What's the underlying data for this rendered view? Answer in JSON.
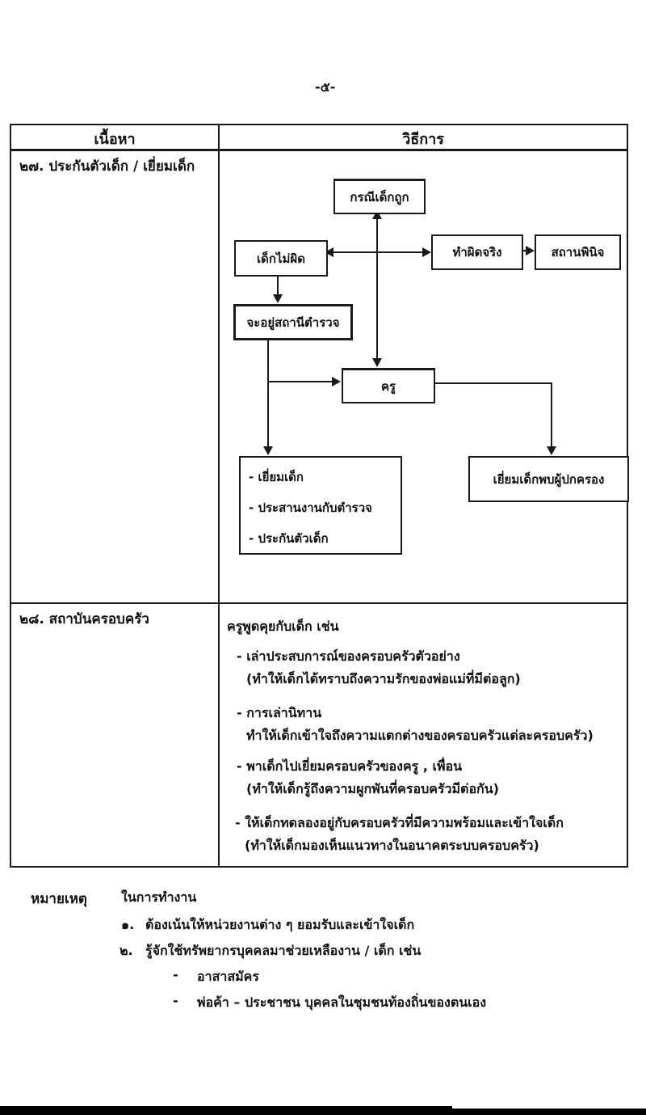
{
  "page": {
    "number": "-๕-"
  },
  "table": {
    "headers": {
      "content": "เนื้อหา",
      "method": "วิธีการ"
    },
    "rows": [
      {
        "content": "๒๗. ประกันตัวเด็ก / เยี่ยมเด็ก",
        "flowchart": {
          "case_box": "กรณีเด็กถูก",
          "not_guilty_box": "เด็กไม่ผิด",
          "guilty_box": "ทำผิดจริง",
          "detention_box": "สถานพินิจ",
          "police_station_box": "จะอยู่สถานีตำรวจ",
          "teacher_box": "ครู",
          "actions_box": [
            "- เยี่ยมเด็ก",
            "- ประสานงานกับตำรวจ",
            "- ประกันตัวเด็ก"
          ],
          "visit_guardian_box": "เยี่ยมเด็กพบผู้ปกครอง"
        }
      },
      {
        "content": "๒๘. สถาบันครอบครัว",
        "method_intro": "ครูพูดคุยกับเด็ก เช่น",
        "method_items": [
          {
            "line1": "- เล่าประสบการณ์ของครอบครัวตัวอย่าง",
            "line2": "(ทำให้เด็กได้ทราบถึงความรักของพ่อแม่ที่มีต่อลูก)"
          },
          {
            "line1": "- การเล่านิทาน",
            "line2": "ทำให้เด็กเข้าใจถึงความแตกต่างของครอบครัวแต่ละครอบครัว)"
          },
          {
            "line1": "- พาเด็กไปเยี่ยมครอบครัวของครู , เพื่อน",
            "line2": "(ทำให้เด็กรู้ถึงความผูกพันที่ครอบครัวมีต่อกัน)"
          },
          {
            "line1": "- ให้เด็กทดลองอยู่กับครอบครัวที่มีความพร้อมและเข้าใจเด็ก",
            "line2": "(ทำให้เด็กมองเห็นแนวทางในอนาคตระบบครอบครัว)"
          }
        ]
      }
    ]
  },
  "footnote": {
    "label": "หมายเหตุ",
    "title": "ในการทำงาน",
    "items": [
      {
        "num": "๑.",
        "text": "ต้องเน้นให้หน่วยงานต่าง ๆ ยอมรับและเข้าใจเด็ก"
      },
      {
        "num": "๒.",
        "text": "รู้จักใช้ทรัพยากรบุคคลมาช่วยเหลืองาน / เด็ก เช่น"
      }
    ],
    "bullet_char": "-",
    "sub_items": [
      "อาสาสมัคร",
      "พ่อค้า – ประชาชน บุคคลในชุมชนท้องถิ่นของตนเอง"
    ]
  }
}
